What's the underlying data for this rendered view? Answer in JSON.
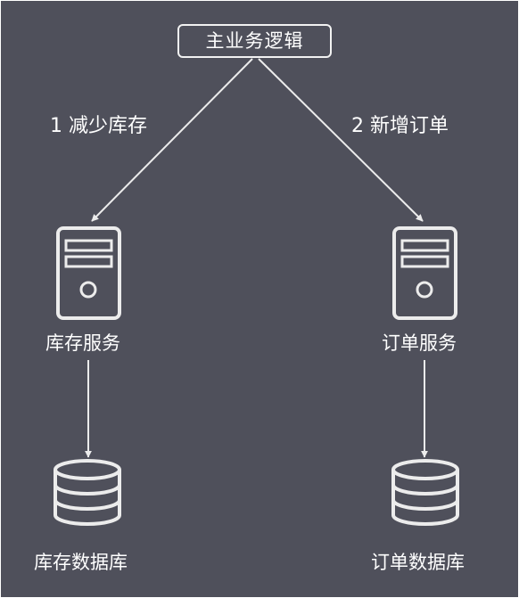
{
  "colors": {
    "background": "#4f505b",
    "stroke": "#ececec",
    "text": "#ffffff"
  },
  "main_node": {
    "label": "主业务逻辑"
  },
  "edges": {
    "left": {
      "label": "1 减少库存"
    },
    "right": {
      "label": "2 新增订单"
    }
  },
  "services": {
    "left": {
      "label": "库存服务",
      "icon": "server-icon"
    },
    "right": {
      "label": "订单服务",
      "icon": "server-icon"
    }
  },
  "databases": {
    "left": {
      "label": "库存数据库",
      "icon": "database-icon"
    },
    "right": {
      "label": "订单数据库",
      "icon": "database-icon"
    }
  }
}
